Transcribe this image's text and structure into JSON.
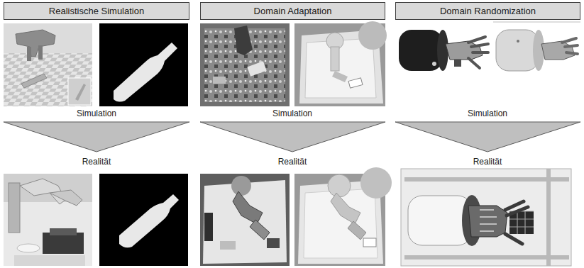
{
  "diagram": {
    "nodes": [
      {
        "text": [
          "Realistische Simulation"
        ]
      },
      {
        "text": [
          "Domain Adaptation"
        ]
      },
      {
        "text": [
          "Domain Randomization"
        ]
      }
    ],
    "labels": [
      "Simulation",
      "Simulation",
      "Simulation",
      "Realität",
      "Realität",
      "Realität"
    ]
  }
}
